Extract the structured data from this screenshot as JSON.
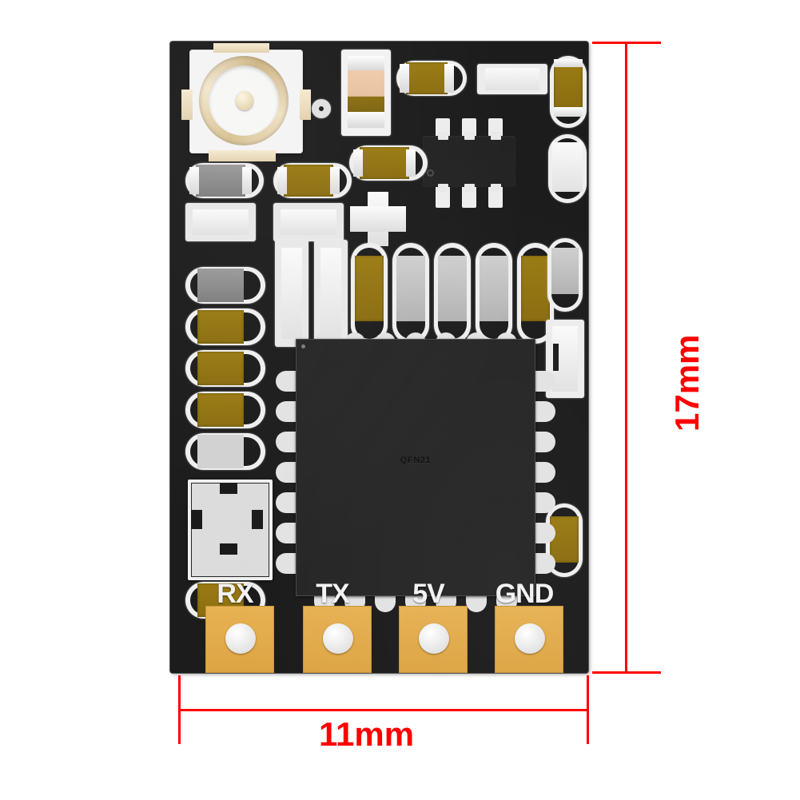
{
  "image": {
    "subject": "gps-module-pcb-top-view",
    "background_color": "#ffffff"
  },
  "board": {
    "substrate_color": "#1c1c1c",
    "pad_gold_color": "#dda443",
    "silkscreen_color": "#f2f2f2"
  },
  "chip": {
    "marking": "QFN21",
    "package": "QFN",
    "body_color": "#262626"
  },
  "pin_header": {
    "pads": [
      {
        "label": "RX"
      },
      {
        "label": "TX"
      },
      {
        "label": "5V"
      },
      {
        "label": "GND"
      }
    ]
  },
  "dimensions": {
    "color": "#ff0000",
    "width_label": "11mm",
    "height_label": "17mm"
  },
  "components": {
    "rf_connector": "u-fl-coaxial-connector",
    "regulator": "sot-23-6-ic",
    "crystal": "smd-crystal-oscillator"
  }
}
